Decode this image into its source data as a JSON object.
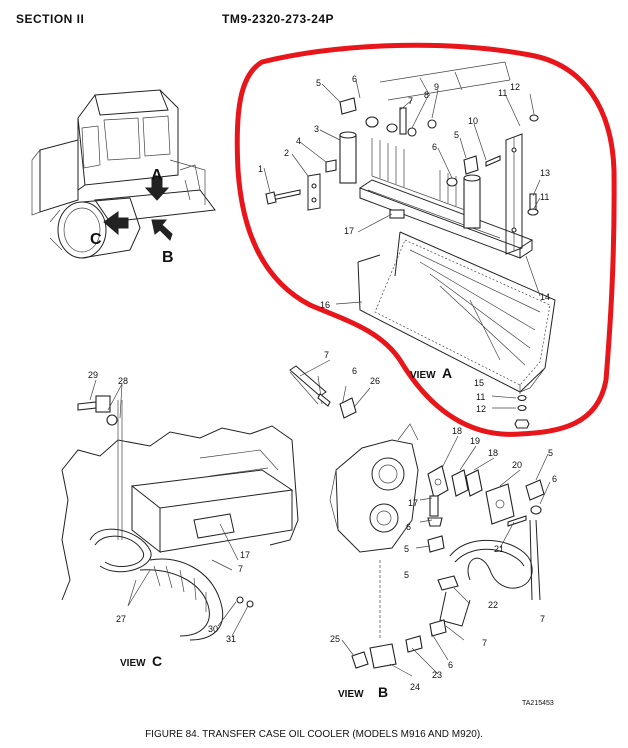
{
  "header": {
    "section": "SECTION II",
    "manual": "TM9-2320-273-24P"
  },
  "views": {
    "a": {
      "word": "VIEW",
      "letter": "A"
    },
    "b": {
      "word": "VIEW",
      "letter": "B"
    },
    "c": {
      "word": "VIEW",
      "letter": "C"
    }
  },
  "locator_arrows": [
    "A",
    "B",
    "C"
  ],
  "callouts_view_a": [
    "1",
    "2",
    "3",
    "4",
    "5",
    "6",
    "7",
    "8",
    "9",
    "5",
    "10",
    "11",
    "12",
    "6",
    "13",
    "11",
    "17",
    "16",
    "14",
    "15",
    "11",
    "12"
  ],
  "callouts_view_c": [
    "29",
    "28",
    "27",
    "30",
    "31",
    "17",
    "7"
  ],
  "callouts_view_b": [
    "7",
    "6",
    "26",
    "18",
    "19",
    "18",
    "20",
    "5",
    "6",
    "17",
    "6",
    "5",
    "21",
    "22",
    "7",
    "25",
    "7",
    "6",
    "23",
    "24",
    "5"
  ],
  "figure_code": "TA215453",
  "caption": "FIGURE 84. TRANSFER CASE OIL COOLER (MODELS M916 AND M920).",
  "colors": {
    "highlight": "#e8161b",
    "ink": "#222222"
  }
}
